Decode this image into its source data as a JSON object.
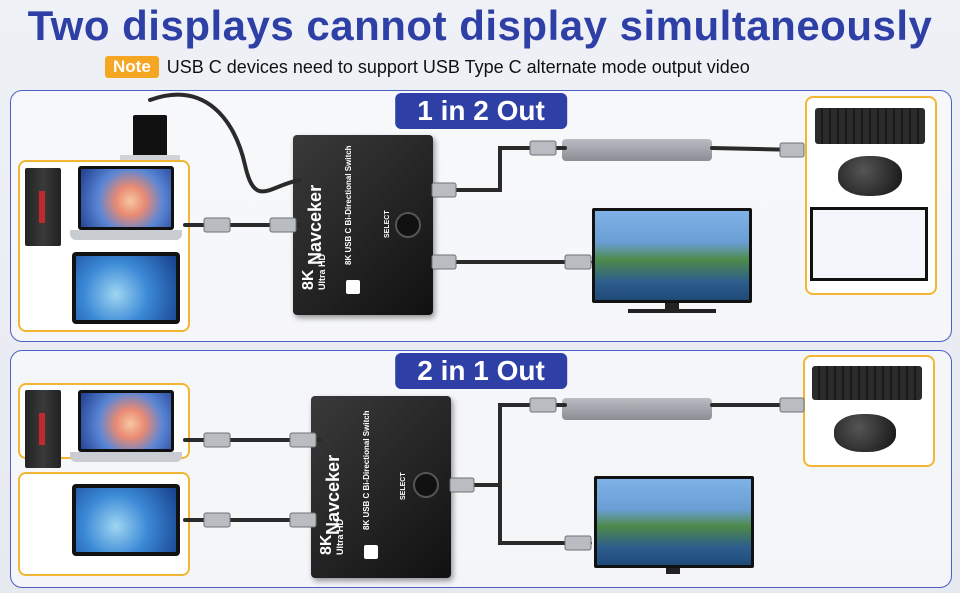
{
  "header": {
    "title": "Two displays cannot display simultaneously",
    "note_label": "Note",
    "note_text": "USB C devices need to support USB Type C alternate mode output video"
  },
  "panels": [
    {
      "title": "1 in 2 Out"
    },
    {
      "title": "2 in 1 Out"
    }
  ],
  "device": {
    "brand": "Navceker",
    "resolution": "8K",
    "ultra": "Ultra HD",
    "model": "8K USB C Bi-Directional Switch",
    "select_label": "SELECT"
  },
  "colors": {
    "accent": "#2e3fa6",
    "note": "#f5a623",
    "box_border": "#f2b632"
  }
}
